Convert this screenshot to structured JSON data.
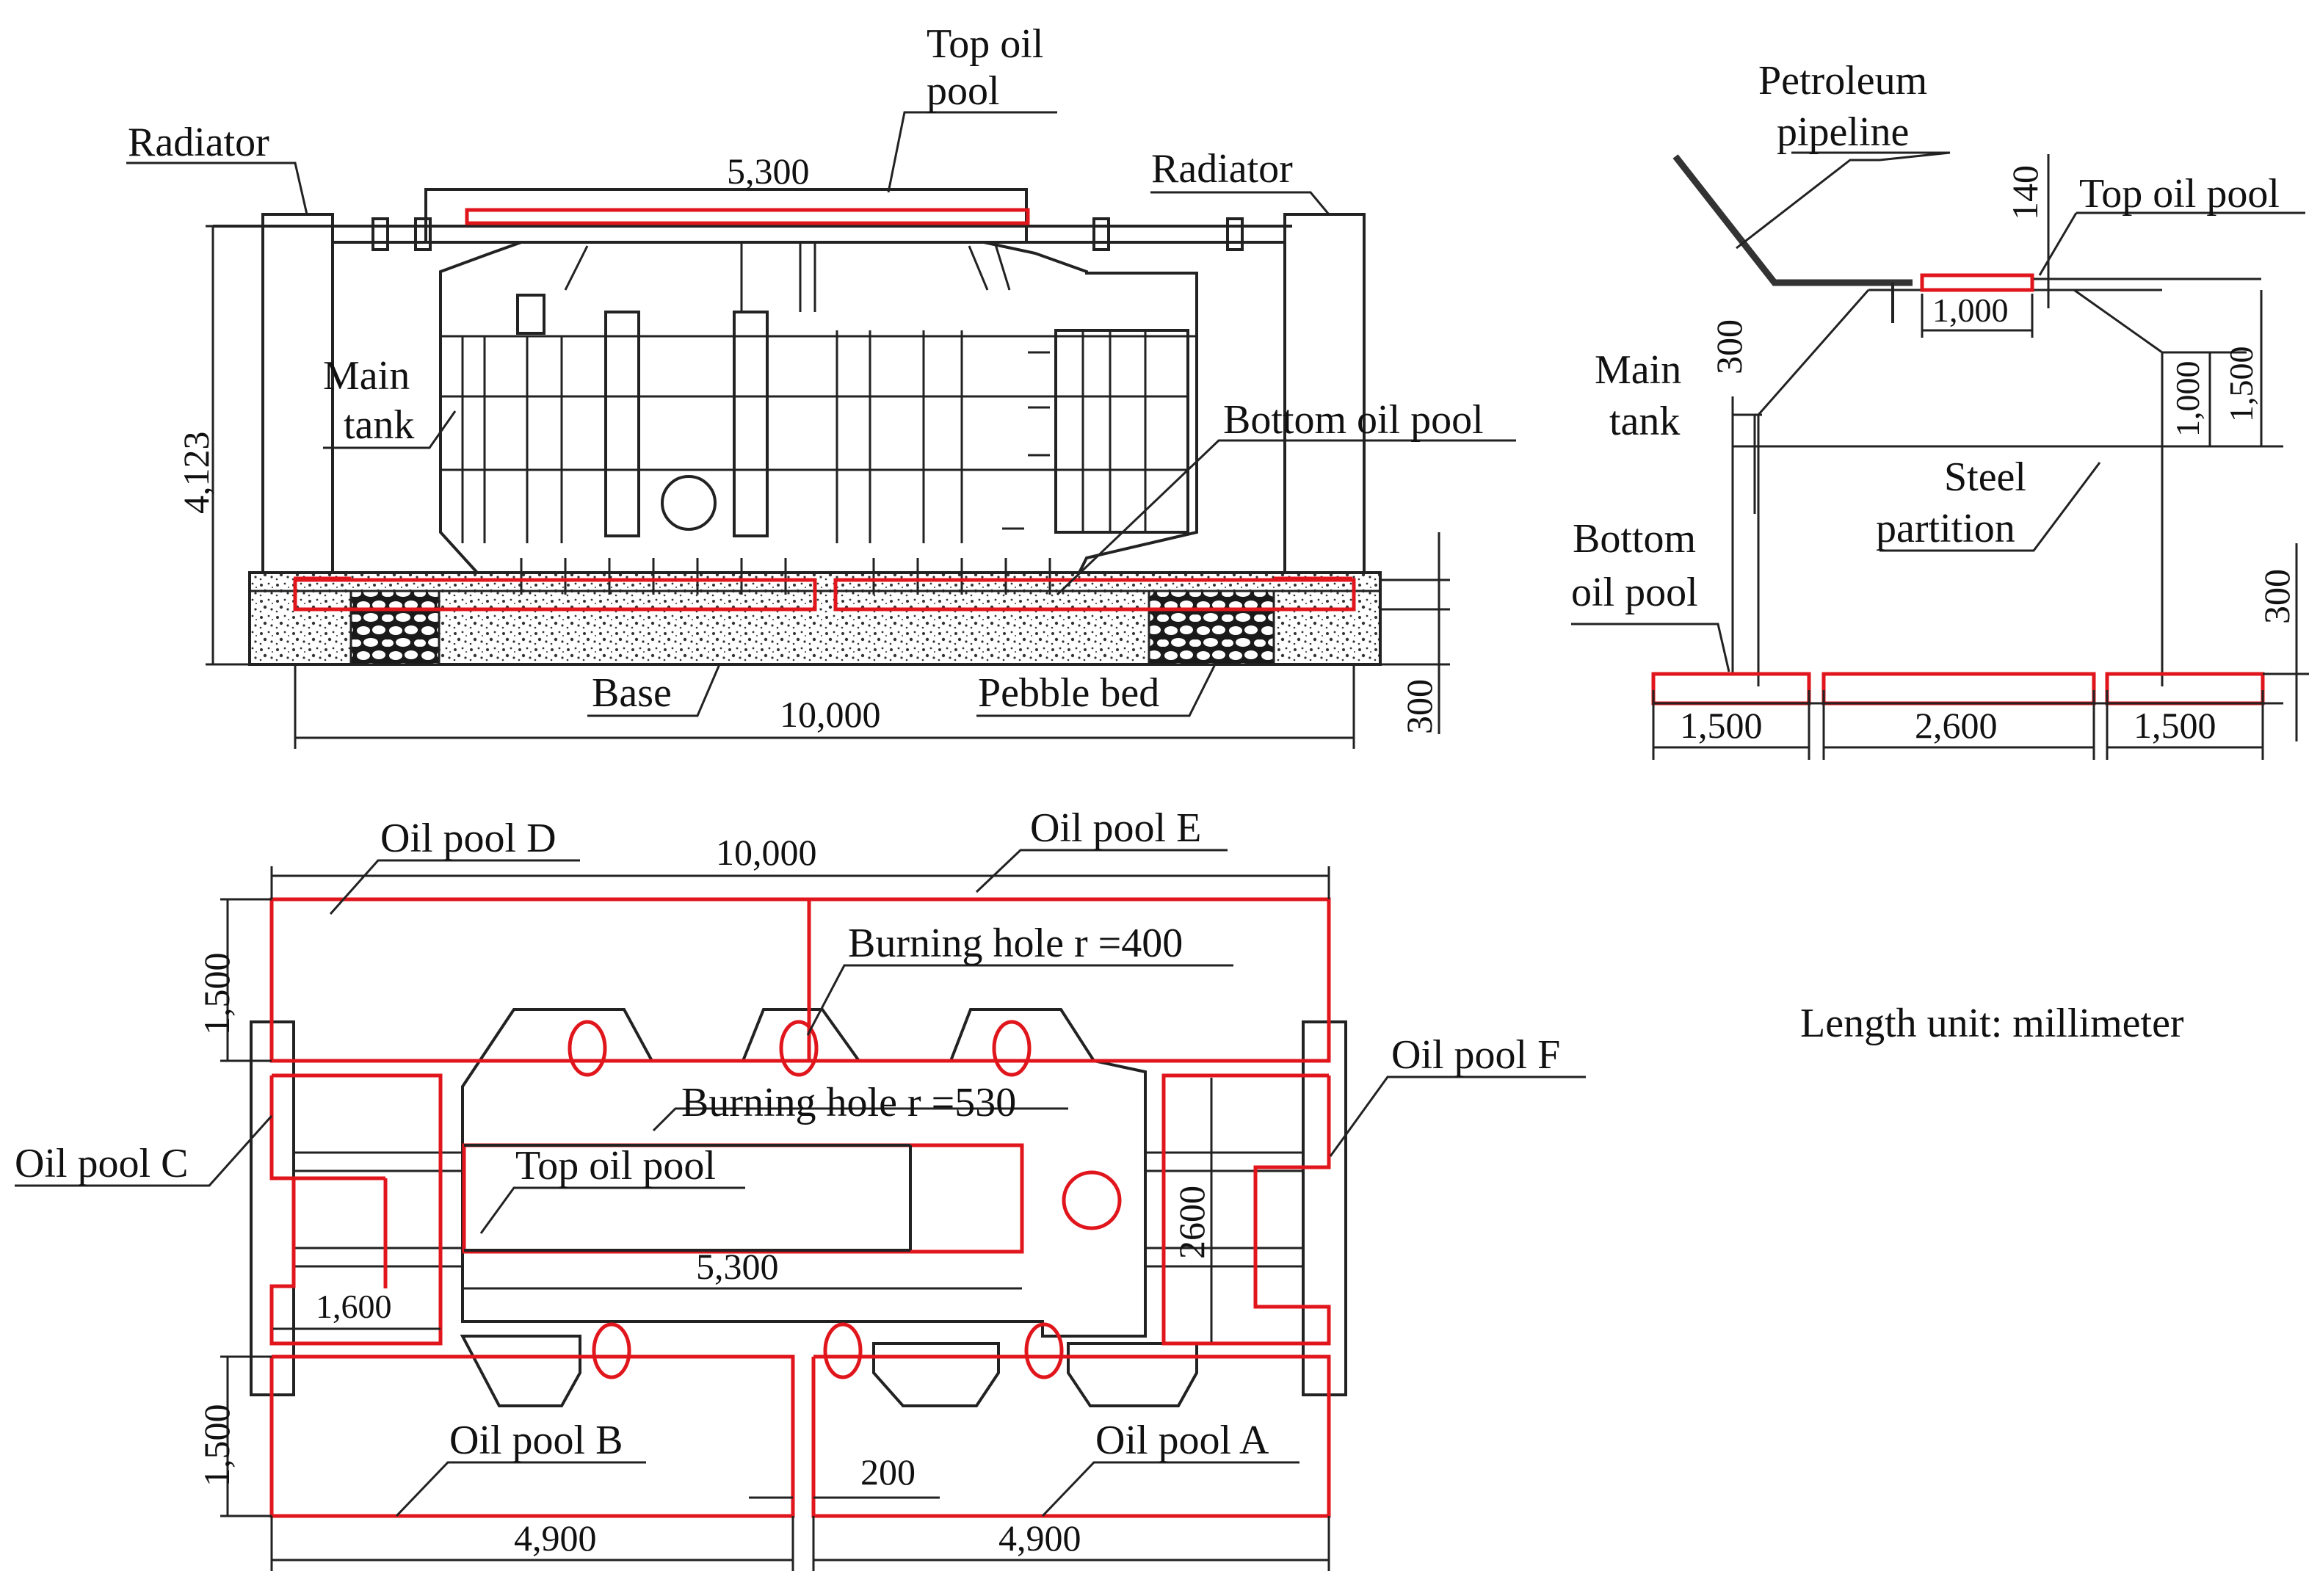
{
  "colors": {
    "line": "#222222",
    "oil_pool": "#e0161c",
    "background": "#ffffff"
  },
  "elevation": {
    "radiator_left": "Radiator",
    "radiator_right": "Radiator",
    "top_oil_pool_l1": "Top oil",
    "top_oil_pool_l2": "pool",
    "main_tank_l1": "Main",
    "main_tank_l2": "tank",
    "bottom_oil_pool": "Bottom oil pool",
    "base": "Base",
    "pebble_bed": "Pebble bed",
    "dim_top_pool": "5,300",
    "dim_height": "4,123",
    "dim_length": "10,000",
    "dim_base": "300"
  },
  "section": {
    "petroleum_pipeline_l1": "Petroleum",
    "petroleum_pipeline_l2": "pipeline",
    "top_oil_pool": "Top oil pool",
    "main_tank_l1": "Main",
    "main_tank_l2": "tank",
    "steel_partition_l1": "Steel",
    "steel_partition_l2": "partition",
    "bottom_oil_pool_l1": "Bottom",
    "bottom_oil_pool_l2": "oil pool",
    "dim_140": "140",
    "dim_1000_top": "1,000",
    "dim_300_left": "300",
    "dim_1500_right": "1,500",
    "dim_1000_right": "1,000",
    "dim_300_bottom": "300",
    "dim_1500_a": "1,500",
    "dim_2600": "2,600",
    "dim_1500_b": "1,500"
  },
  "plan": {
    "oil_pool_d": "Oil pool D",
    "oil_pool_e": "Oil pool E",
    "oil_pool_c": "Oil pool C",
    "oil_pool_f": "Oil pool F",
    "oil_pool_b": "Oil pool B",
    "oil_pool_a": "Oil pool A",
    "burning_hole_400": "Burning hole r =400",
    "burning_hole_530": "Burning hole r =530",
    "top_oil_pool": "Top oil pool",
    "dim_10000": "10,000",
    "dim_1500_top": "1,500",
    "dim_1500_bottom": "1,500",
    "dim_5300": "5,300",
    "dim_1600": "1,600",
    "dim_2600": "2600",
    "dim_200": "200",
    "dim_4900_left": "4,900",
    "dim_4900_right": "4,900"
  },
  "unit_note": "Length unit: millimeter"
}
